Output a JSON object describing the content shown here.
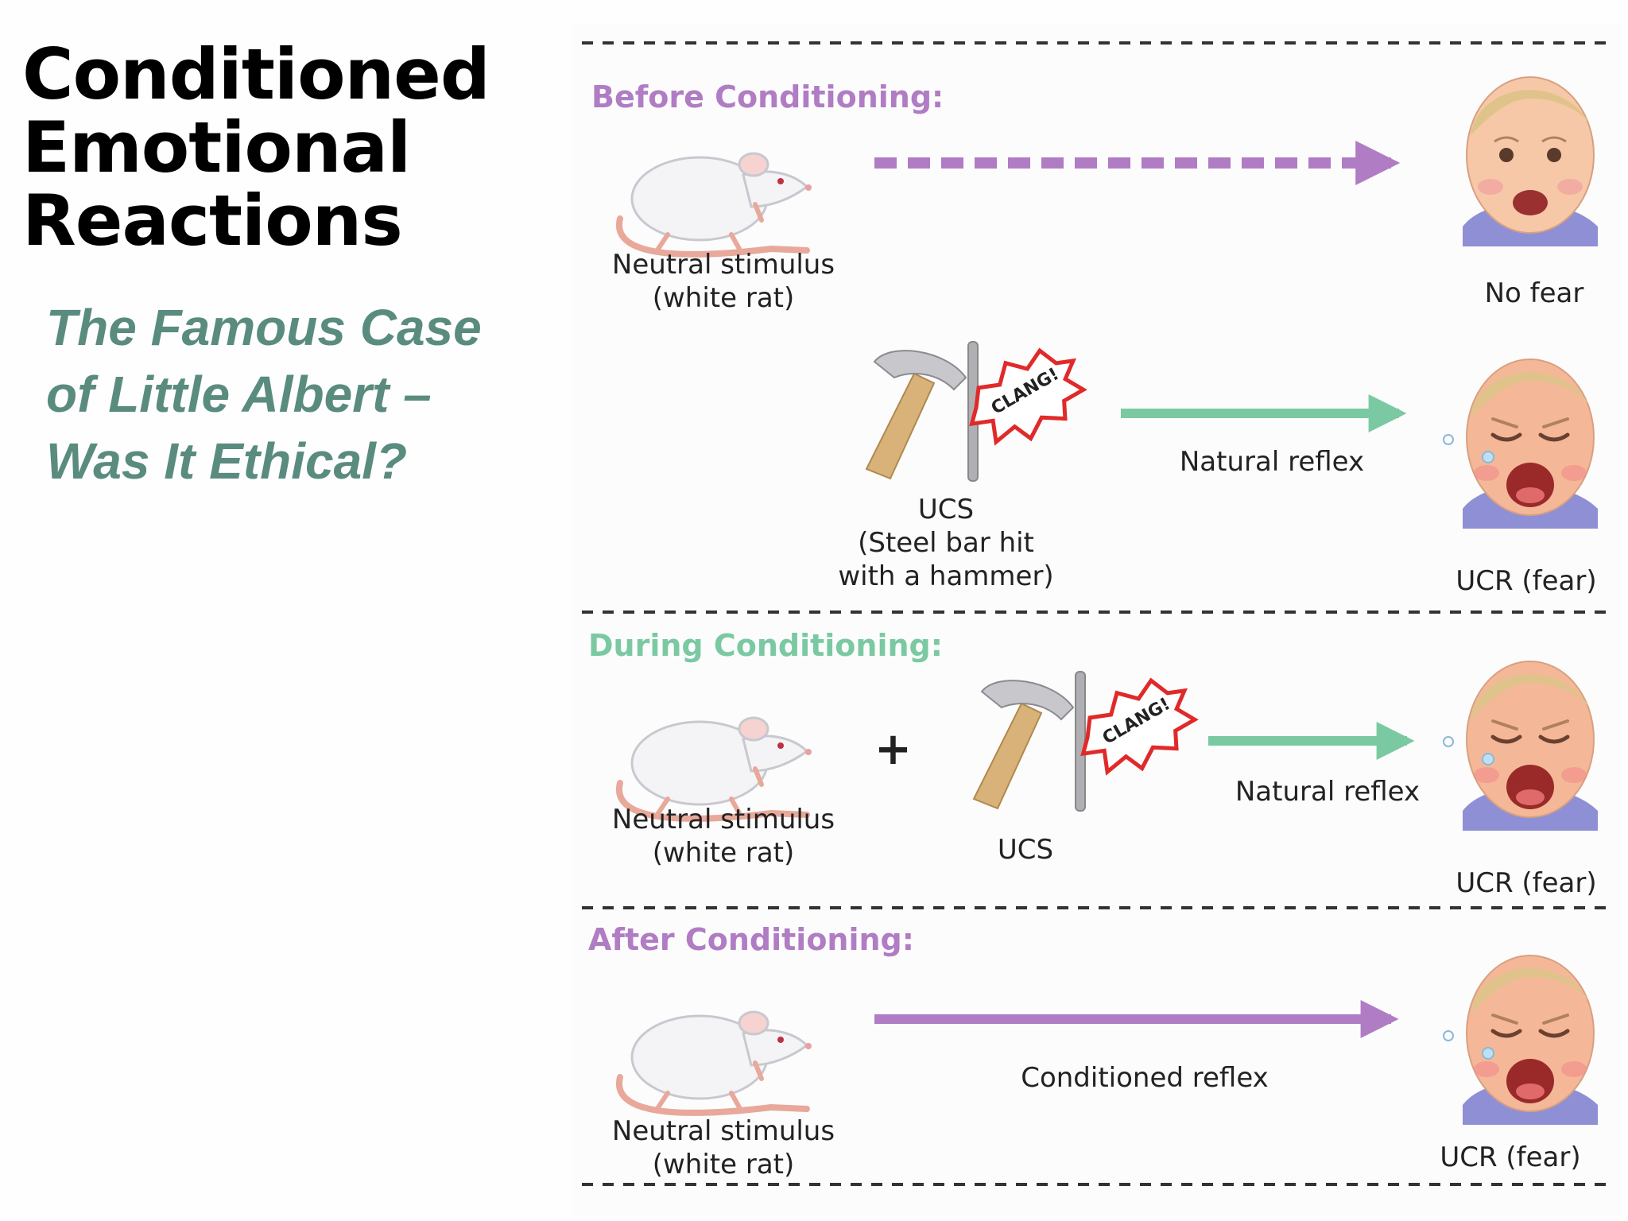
{
  "title": {
    "lines": [
      "Conditioned",
      "Emotional",
      "Reactions"
    ]
  },
  "subtitle": {
    "lines": [
      "The Famous Case",
      "of Little Albert –",
      "Was It Ethical?"
    ]
  },
  "colors": {
    "purple": "#b07cc4",
    "green": "#7bc9a2",
    "subtitle_teal": "#5a8b7f",
    "clang_red": "#e02a2a"
  },
  "before": {
    "heading": "Before Conditioning:",
    "rat_label": [
      "Neutral stimulus",
      "(white rat)"
    ],
    "baby_label": "No fear",
    "ucs_label": [
      "UCS",
      "(Steel bar hit",
      "with a hammer)"
    ],
    "clang": "CLANG!",
    "arrow_label": "Natural reflex",
    "ucr_label": "UCR (fear)"
  },
  "during": {
    "heading": "During Conditioning:",
    "rat_label": [
      "Neutral stimulus",
      "(white rat)"
    ],
    "plus": "+",
    "ucs_label": "UCS",
    "clang": "CLANG!",
    "arrow_label": "Natural reflex",
    "ucr_label": "UCR (fear)"
  },
  "after": {
    "heading": "After Conditioning:",
    "rat_label": [
      "Neutral stimulus",
      "(white rat)"
    ],
    "arrow_label": "Conditioned reflex",
    "ucr_label": "UCR (fear)"
  }
}
